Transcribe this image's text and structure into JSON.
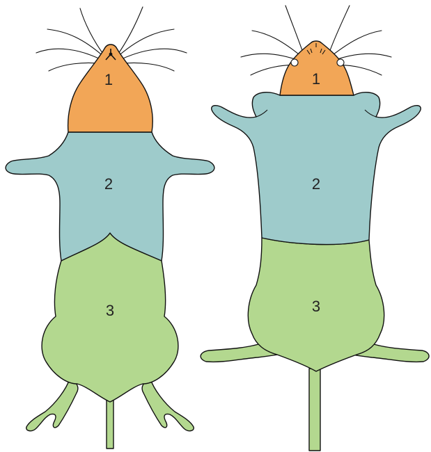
{
  "colors": {
    "head": "#F2A657",
    "thorax": "#9ECBCB",
    "abdomen": "#B3D88F",
    "outline": "#111111",
    "background": "#FFFFFF"
  },
  "dorsal_view": {
    "regions": [
      {
        "id": "head",
        "label": "1"
      },
      {
        "id": "thorax",
        "label": "2"
      },
      {
        "id": "abdomen",
        "label": "3"
      }
    ]
  },
  "ventral_view": {
    "regions": [
      {
        "id": "head",
        "label": "1"
      },
      {
        "id": "thorax",
        "label": "2"
      },
      {
        "id": "abdomen",
        "label": "3"
      }
    ]
  }
}
